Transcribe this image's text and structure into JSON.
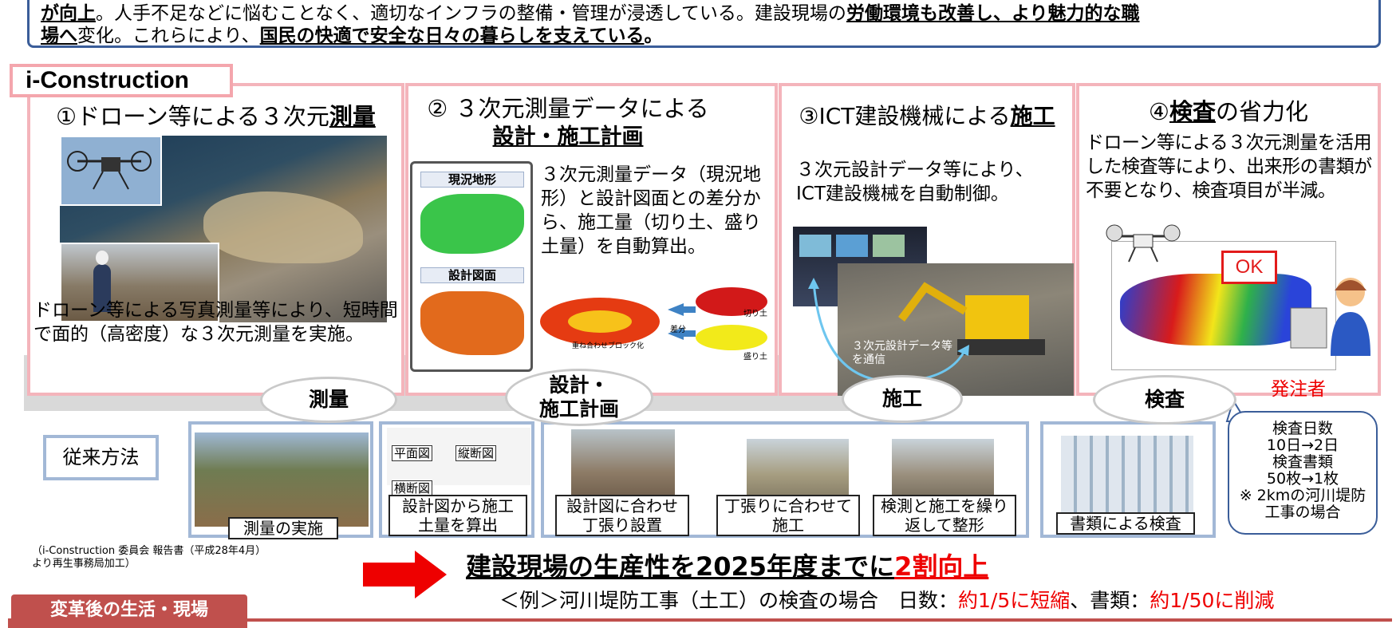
{
  "banner": {
    "line1_a": "が向上",
    "line1_b": "。人手不足などに悩むことなく、適切なインフラの整備・管理が浸透している。建設現場の",
    "line1_c": "労働環境も改善し、より魅力的な職",
    "line2_a": "場へ",
    "line2_b": "変化。これらにより、",
    "line2_c": "国民の快適で安全な日々の暮らしを支えている",
    "line2_d": "。"
  },
  "tag": {
    "label": "i-Construction"
  },
  "panels": [
    {
      "title_a": "①ドローン等による３次元",
      "title_b": "測量",
      "text": "ドローン等による写真測量等により、短時間で面的（高密度）な３次元測量を実施。",
      "step": "測量"
    },
    {
      "title_a": "② ３次元測量データによる",
      "title_b": "設計・施工計画",
      "inset_label_1": "現況地形",
      "inset_label_2": "設計図面",
      "text": "３次元測量データ（現況地形）と設計図面との差分から、施工量（切り土、盛り土量）を自動算出。",
      "diagram_labels": [
        "差分",
        "切り土",
        "盛り土",
        "重ね合わせブロック化"
      ],
      "step": "設計・\n施工計画"
    },
    {
      "title_a": "③ICT建設機械による",
      "title_b": "施工",
      "text": "３次元設計データ等により、ICT建設機械を自動制御。",
      "overlay": "３次元設計データ等\nを通信",
      "step": "施工"
    },
    {
      "title_a": "④",
      "title_b": "検査",
      "title_c": "の省力化",
      "text": "ドローン等による３次元測量を活用した検査等により、出来形の書類が不要となり、検査項目が半減。",
      "ok": "OK",
      "person": "発注者",
      "step": "検査"
    }
  ],
  "legacy": {
    "label": "従来方法",
    "captions": [
      "測量の実施",
      "設計図から施工\n土量を算出",
      "設計図に合わせ\n丁張り設置",
      "丁張りに合わせて\n施工",
      "検測と施工を繰り\n返して整形",
      "書類による検査"
    ],
    "drawing_labels": [
      "平面図",
      "縦断図",
      "横断図"
    ],
    "callout": "検査日数\n10日→2日\n検査書類\n50枚→1枚\n※ 2kmの河川堤防\n工事の場合"
  },
  "source_note": "（i-Construction 委員会 報告書（平成28年4月）\n より再生事務局加工）",
  "headline": {
    "a": "建設現場の生産性を2025年度までに",
    "b": "2割向上"
  },
  "example": {
    "a": "＜例＞河川堤防工事（土工）の検査の場合　日数：",
    "b": "約1/5に短縮",
    "c": "、書類：",
    "d": "約1/50に削減"
  },
  "footer_tab": "変革後の生活・現場",
  "colors": {
    "panel_border": "#f4b4bb",
    "frame_border": "#a2b8d6",
    "accent_red": "#ee0000",
    "banner_border": "#3a5d99",
    "footer_tab": "#c0504d"
  }
}
